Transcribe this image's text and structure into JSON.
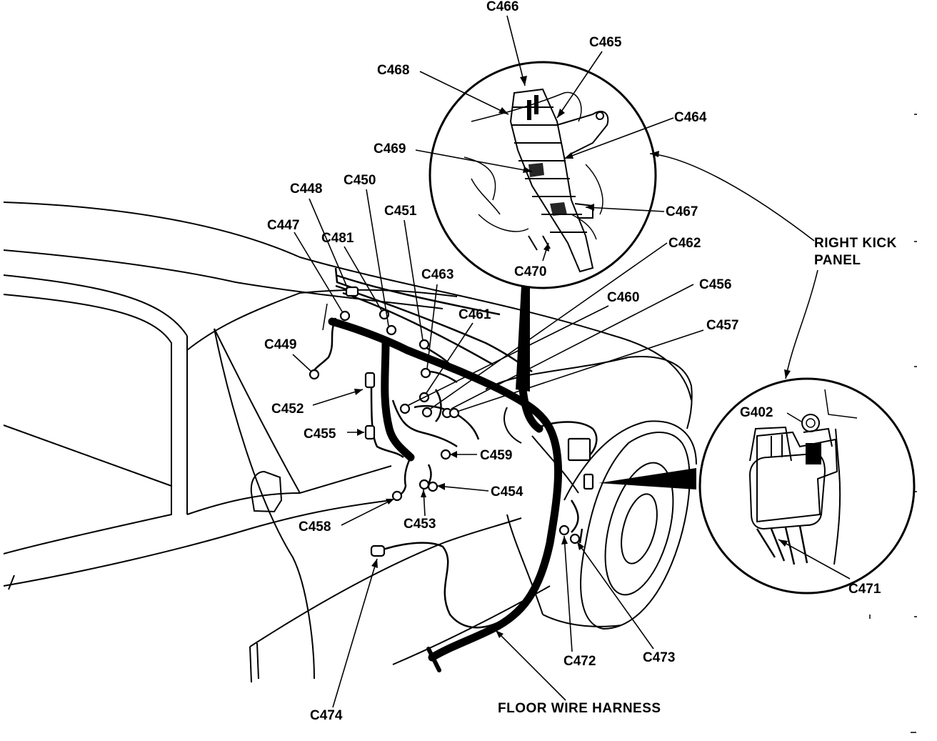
{
  "labels": {
    "c466": "C466",
    "c465": "C465",
    "c468": "C468",
    "c464": "C464",
    "c469": "C469",
    "c467": "C467",
    "c470": "C470",
    "c462": "C462",
    "c448": "C448",
    "c450": "C450",
    "c451": "C451",
    "c447": "C447",
    "c481": "C481",
    "c463": "C463",
    "c461": "C461",
    "c460": "C460",
    "c456": "C456",
    "c457": "C457",
    "c449": "C449",
    "c452": "C452",
    "c455": "C455",
    "c459": "C459",
    "c454": "C454",
    "c458": "C458",
    "c453": "C453",
    "c474": "C474",
    "c472": "C472",
    "c473": "C473",
    "c471": "C471",
    "g402": "G402",
    "right_kick_panel_line1": "RIGHT KICK",
    "right_kick_panel_line2": "PANEL",
    "floor_wire_harness": "FLOOR WIRE HARNESS"
  }
}
